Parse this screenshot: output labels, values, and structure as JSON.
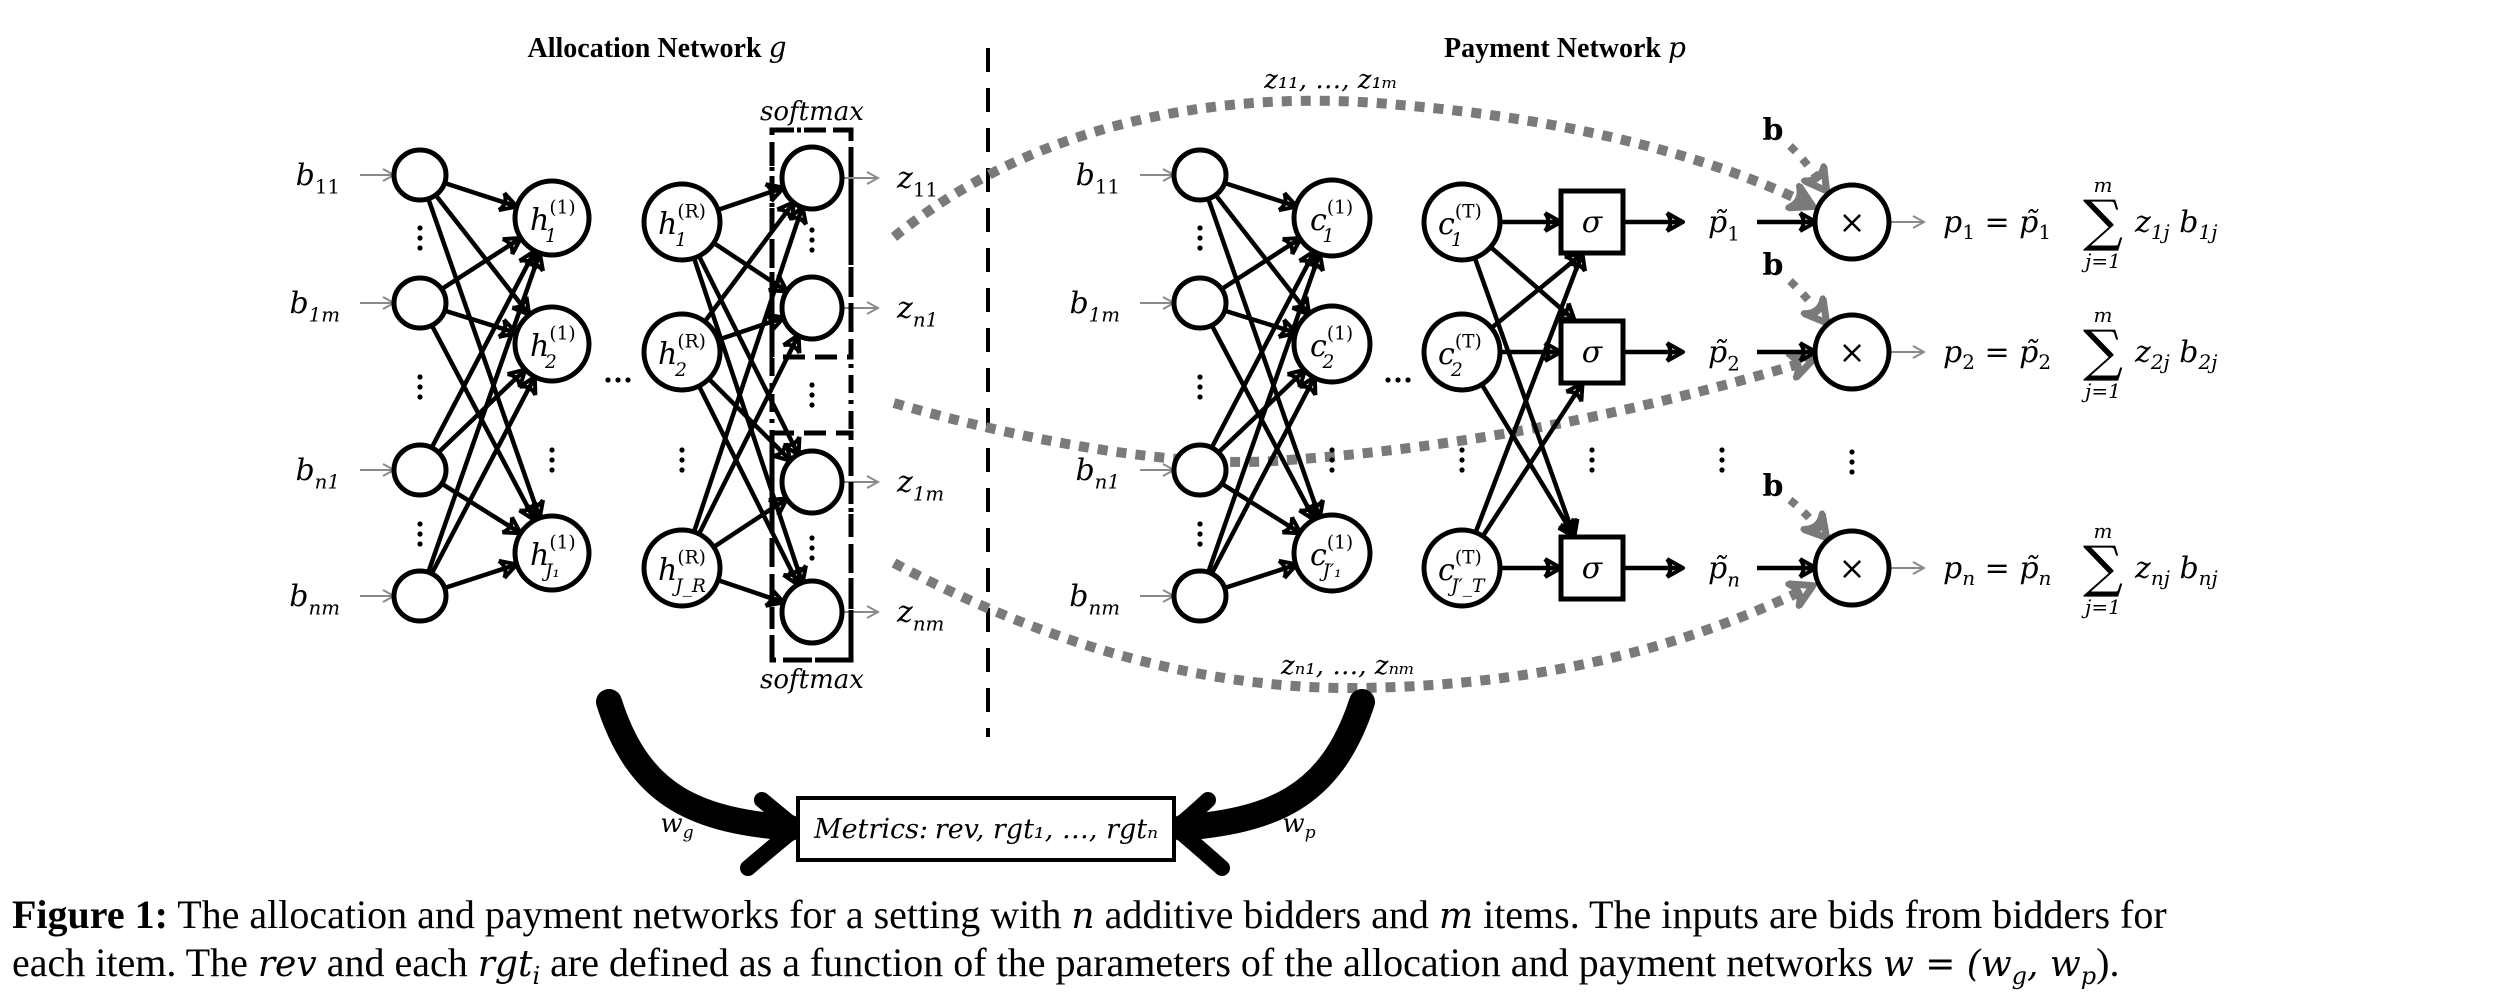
{
  "figure": {
    "allocation_title": "Allocation Network",
    "allocation_symbol": "g",
    "payment_title": "Payment Network",
    "payment_symbol": "p",
    "softmax_label": "softmax",
    "inputs": [
      "b11",
      "b1m",
      "bn1",
      "bnm"
    ],
    "input_labels": [
      {
        "base": "b",
        "sub": "11"
      },
      {
        "base": "b",
        "sub": "1m"
      },
      {
        "base": "b",
        "sub": "n1"
      },
      {
        "base": "b",
        "sub": "nm"
      }
    ],
    "hidden_first": [
      {
        "base": "h",
        "sup": "(1)",
        "sub": "1"
      },
      {
        "base": "h",
        "sup": "(1)",
        "sub": "2"
      },
      {
        "base": "h",
        "sup": "(1)",
        "sub": "J₁"
      }
    ],
    "hidden_last": [
      {
        "base": "h",
        "sup": "(R)",
        "sub": "1"
      },
      {
        "base": "h",
        "sup": "(R)",
        "sub": "2"
      },
      {
        "base": "h",
        "sup": "(R)",
        "sub": "J_R"
      }
    ],
    "alloc_outputs": [
      {
        "base": "z",
        "sub": "11"
      },
      {
        "base": "z",
        "sub": "n1"
      },
      {
        "base": "z",
        "sub": "1m"
      },
      {
        "base": "z",
        "sub": "nm"
      }
    ],
    "pay_hidden_first": [
      {
        "base": "c",
        "sup": "(1)",
        "sub": "1"
      },
      {
        "base": "c",
        "sup": "(1)",
        "sub": "2"
      },
      {
        "base": "c",
        "sup": "(1)",
        "sub": "J′₁"
      }
    ],
    "pay_hidden_last": [
      {
        "base": "c",
        "sup": "(T)",
        "sub": "1"
      },
      {
        "base": "c",
        "sup": "(T)",
        "sub": "2"
      },
      {
        "base": "c",
        "sup": "(T)",
        "sub": "J′_T"
      }
    ],
    "sigma_label": "σ",
    "ptilde": [
      {
        "base": "p̃",
        "sub": "1"
      },
      {
        "base": "p̃",
        "sub": "2"
      },
      {
        "base": "p̃",
        "sub": "n"
      }
    ],
    "multiply_symbol": "×",
    "b_vector_label": "b",
    "formulas": [
      {
        "lhs": "p",
        "lhs_sub": "1",
        "rhs": "p̃",
        "rhs_sub": "1",
        "sum_top": "m",
        "sum_bottom": "j=1",
        "term": "z",
        "term_sub": "1j",
        "term2": "b",
        "term2_sub": "1j"
      },
      {
        "lhs": "p",
        "lhs_sub": "2",
        "rhs": "p̃",
        "rhs_sub": "2",
        "sum_top": "m",
        "sum_bottom": "j=1",
        "term": "z",
        "term_sub": "2j",
        "term2": "b",
        "term2_sub": "2j"
      },
      {
        "lhs": "p",
        "lhs_sub": "n",
        "rhs": "p̃",
        "rhs_sub": "n",
        "sum_top": "m",
        "sum_bottom": "j=1",
        "term": "z",
        "term_sub": "nj",
        "term2": "b",
        "term2_sub": "nj"
      }
    ],
    "top_curve_label": "z₁₁, …, z₁ₘ",
    "bottom_curve_label": "zₙ₁, …, zₙₘ",
    "metrics_label": "Metrics:",
    "metrics_expr": "rev, rgt₁, …, rgtₙ",
    "wg_label": "w_g",
    "wg_base": "w",
    "wg_sub": "g",
    "wp_base": "w",
    "wp_sub": "p",
    "hdots": "⋯"
  },
  "caption": {
    "label": "Figure 1:",
    "line1_a": "The allocation and payment networks for a setting with",
    "n": "n",
    "line1_b": "additive bidders and",
    "m": "m",
    "line1_c": "items. The inputs are bids from bidders for",
    "line2_a": "each item. The",
    "rev": "rev",
    "line2_b": "and each",
    "rgt": "rgt",
    "rgt_sub": "i",
    "line2_c": "are defined as a function of the parameters of the allocation and payment networks",
    "w_expr": "w = (w",
    "w_g": "g",
    "w_mid": ", w",
    "w_p": "p",
    "w_end": ")."
  }
}
